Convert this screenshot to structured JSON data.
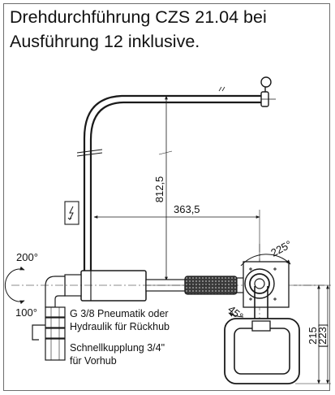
{
  "title_line1": "Drehdurchführung CZS 21.04 bei",
  "title_line2": "Ausführung 12 inklusive.",
  "dimensions": {
    "height": "812,5",
    "length": "363,5",
    "vertical_1": "215",
    "vertical_2": "[223]"
  },
  "angles": {
    "left_top": "200°",
    "left_bottom": "100°",
    "right_top": "225°",
    "right_bottom": "45°"
  },
  "notes": {
    "line1": "G 3/8 Pneumatik oder",
    "line2": "Hydraulik für Rückhub",
    "line3": "Schnellkupplung 3/4\"",
    "line4": "für Vorhub"
  },
  "colors": {
    "line": "#1a1a1a",
    "grip_fill": "#3a3a3a",
    "grip_light": "#9a9a9a",
    "frame": "#6d6d6d"
  }
}
